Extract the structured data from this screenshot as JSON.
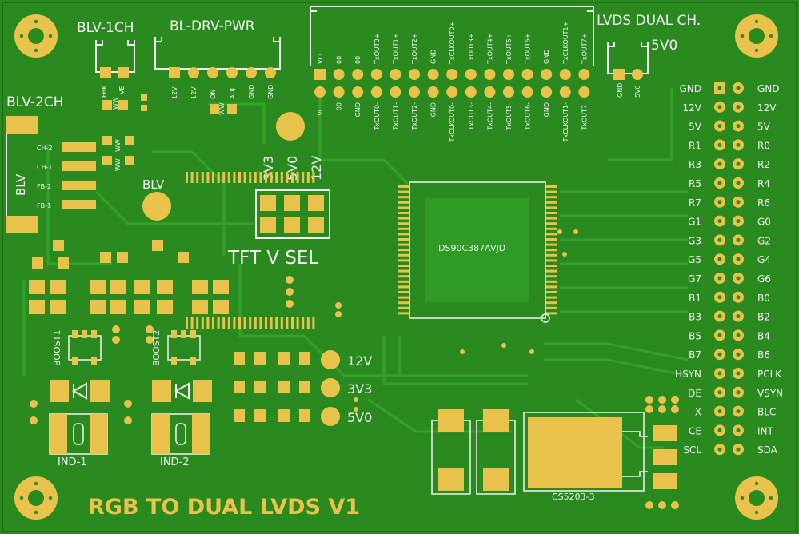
{
  "board": {
    "title": "RGB TO DUAL LVDS V1",
    "ic_label": "DS90C387AVJD",
    "reg_label": "CS5203-3"
  },
  "labels": {
    "blv1ch": "BLV-1CH",
    "bldrvpwr": "BL-DRV-PWR",
    "blv2ch": "BLV-2CH",
    "lvdsdual": "LVDS DUAL CH.",
    "conn_5v0": "5V0",
    "blv_vertical": "BLV",
    "blv_pad": "BLV",
    "tft_v_sel": "TFT V SEL",
    "sel_3v3": "3V3",
    "sel_5v0": "5V0",
    "sel_12v": "12V",
    "led_12v": "12V",
    "led_3v3": "3V3",
    "led_5v0": "5V0",
    "boost1": "BOOST1",
    "boost2": "BOOST2",
    "ind1": "IND-1",
    "ind2": "IND-2",
    "fbk": "FBK",
    "ve": "VE",
    "gnd_a": "GND",
    "v5v0_a": "5V0"
  },
  "blv2ch_pins": [
    "CH-2",
    "CH-1",
    "FB-2",
    "FB-1"
  ],
  "bldrv_pins": [
    "12V",
    "12V",
    "ON",
    "ADJ",
    "GND",
    "GND"
  ],
  "lvds_top_pins": [
    "VCC",
    "00",
    "00",
    "TxOUT0+",
    "TxOUT1+",
    "TxOUT2+",
    "GND",
    "TxCLKOUT0+",
    "TxOUT3+",
    "TxOUT4+",
    "TxOUT5+",
    "TxOUT6+",
    "GND",
    "TxCLKOUT1+",
    "TxOUT7+"
  ],
  "lvds_bottom_pins": [
    "VCC",
    "00",
    "GND",
    "TxOUT0-",
    "TxOUT1-",
    "TxOUT2-",
    "GND",
    "TxCLKOUT0-",
    "TxOUT3-",
    "TxOUT4-",
    "TxOUT5-",
    "TxOUT6-",
    "GND",
    "TxCLKOUT1-",
    "TxOUT7-"
  ],
  "header_left": [
    "GND",
    "12V",
    "5V",
    "R1",
    "R3",
    "R5",
    "R7",
    "G1",
    "G3",
    "G5",
    "G7",
    "B1",
    "B3",
    "B5",
    "B7",
    "HSYN",
    "DE",
    "X",
    "CE",
    "SCL"
  ],
  "header_right": [
    "GND",
    "12V",
    "5V",
    "R0",
    "R2",
    "R4",
    "R6",
    "G0",
    "G2",
    "G4",
    "G6",
    "B0",
    "B2",
    "B4",
    "B6",
    "PCLK",
    "VSYN",
    "BLC",
    "INT",
    "SDA"
  ],
  "colors": {
    "board": "#2a8a1f",
    "board_light": "#2f9a24",
    "copper": "#e8c24a",
    "silk": "#f2f2f2",
    "trace": "#33a028",
    "title": "#e8c24a"
  }
}
